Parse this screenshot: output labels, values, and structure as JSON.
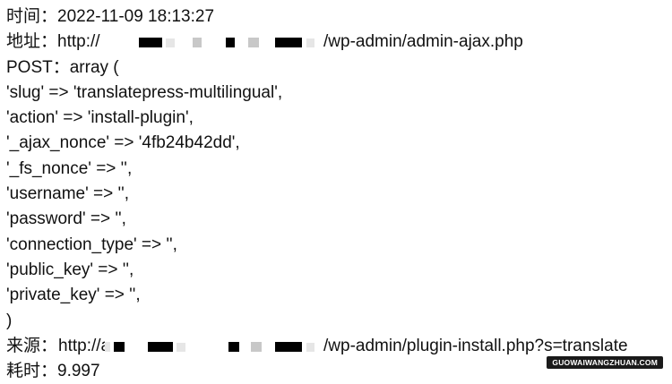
{
  "log": {
    "time_line": "时间：2022-11-09 18:13:27",
    "address": {
      "label": "地址：http://",
      "path": "/wp-admin/admin-ajax.php"
    },
    "post_open": "POST：array (",
    "post_entries": [
      "'slug' => 'translatepress-multilingual',",
      "'action' => 'install-plugin',",
      "'_ajax_nonce' => '4fb24b42dd',",
      "'_fs_nonce' => '',",
      "'username' => '',",
      "'password' => '',",
      "'connection_type' => '',",
      "'public_key' => '',",
      "'private_key' => '',"
    ],
    "post_close": ")",
    "source": {
      "label": "来源：",
      "partial": "http://adun",
      "path": "/wp-admin/plugin-install.php?s=translate"
    },
    "elapsed_line": "耗时：9.997"
  },
  "watermark": "GUOWAIWANGZHUAN.COM"
}
